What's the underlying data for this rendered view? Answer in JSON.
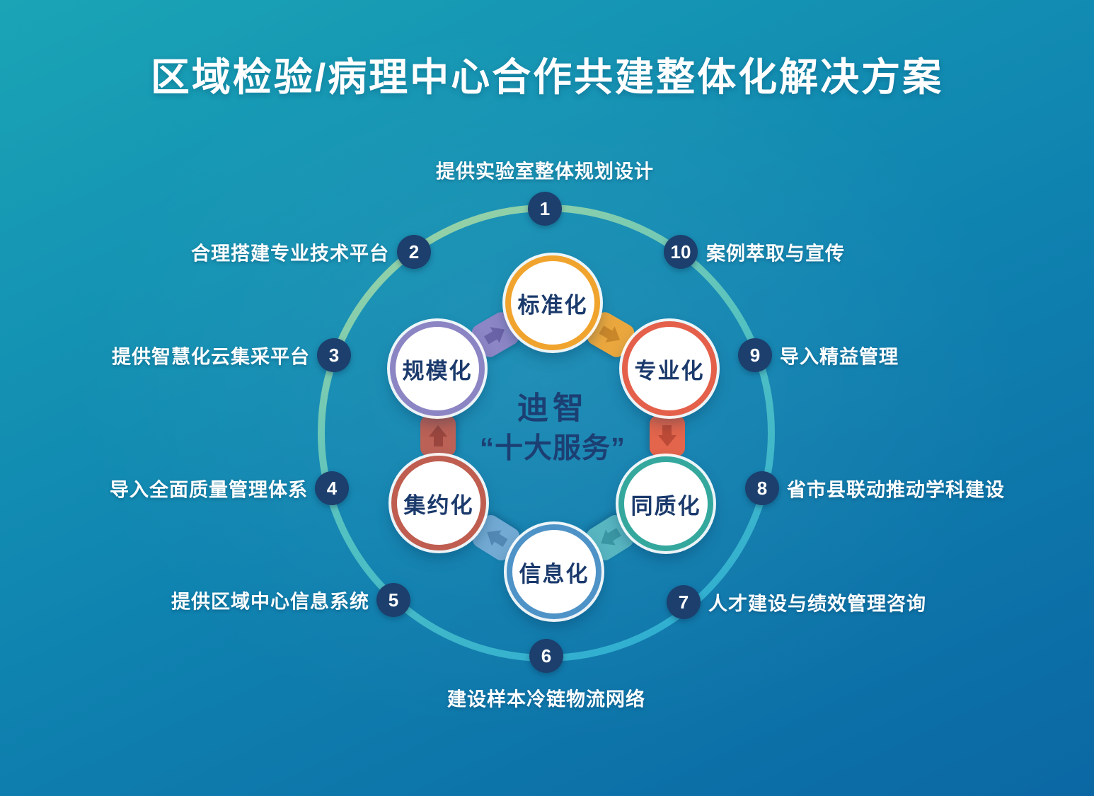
{
  "title": "区域检验/病理中心合作共建整体化解决方案",
  "center": {
    "brand": "迪智",
    "subtitle": "“十大服务”"
  },
  "nodes": [
    {
      "label": "标准化",
      "color": "#f0a42e"
    },
    {
      "label": "专业化",
      "color": "#e4604b"
    },
    {
      "label": "同质化",
      "color": "#35a89e"
    },
    {
      "label": "信息化",
      "color": "#4e93c7"
    },
    {
      "label": "集约化",
      "color": "#bf5e50"
    },
    {
      "label": "规模化",
      "color": "#8c85c4"
    }
  ],
  "arrows": [
    {
      "name": "scale-to-standardization",
      "badge_color": "#8d86c6",
      "glyph_color": "#6b63a8"
    },
    {
      "name": "standardization-to-professional",
      "badge_color": "#eaa73e",
      "glyph_color": "#c9872a"
    },
    {
      "name": "professional-to-homogenization",
      "badge_color": "#e2654c",
      "glyph_color": "#bd4a36"
    },
    {
      "name": "homogenization-to-information",
      "badge_color": "#58b6c1",
      "glyph_color": "#3a96a3"
    },
    {
      "name": "information-to-intensification",
      "badge_color": "#72aad3",
      "glyph_color": "#5289b4"
    },
    {
      "name": "intensification-to-scale",
      "badge_color": "#bb6156",
      "glyph_color": "#9a463e"
    }
  ],
  "steps": [
    {
      "number": "1",
      "label": "提供实验室整体规划设计"
    },
    {
      "number": "2",
      "label": "合理搭建专业技术平台"
    },
    {
      "number": "3",
      "label": "提供智慧化云集采平台"
    },
    {
      "number": "4",
      "label": "导入全面质量管理体系"
    },
    {
      "number": "5",
      "label": "提供区域中心信息系统"
    },
    {
      "number": "6",
      "label": "建设样本冷链物流网络"
    },
    {
      "number": "7",
      "label": "人才建设与绩效管理咨询"
    },
    {
      "number": "8",
      "label": "省市县联动推动学科建设"
    },
    {
      "number": "9",
      "label": "导入精益管理"
    },
    {
      "number": "10",
      "label": "案例萃取与宣传"
    }
  ],
  "colors": {
    "background_top": "#1aa4b6",
    "background_bottom": "#0b67a3",
    "title_text": "#ffffff",
    "step_badge": "#1c3f6d",
    "step_label_text": "#ffffff",
    "node_text": "#1b3a6c",
    "center_text": "#1c3f73",
    "ring_gradient_start": "#a0d6a4",
    "ring_gradient_mid": "#55c4c2",
    "ring_gradient_end": "#2fb0d4"
  }
}
